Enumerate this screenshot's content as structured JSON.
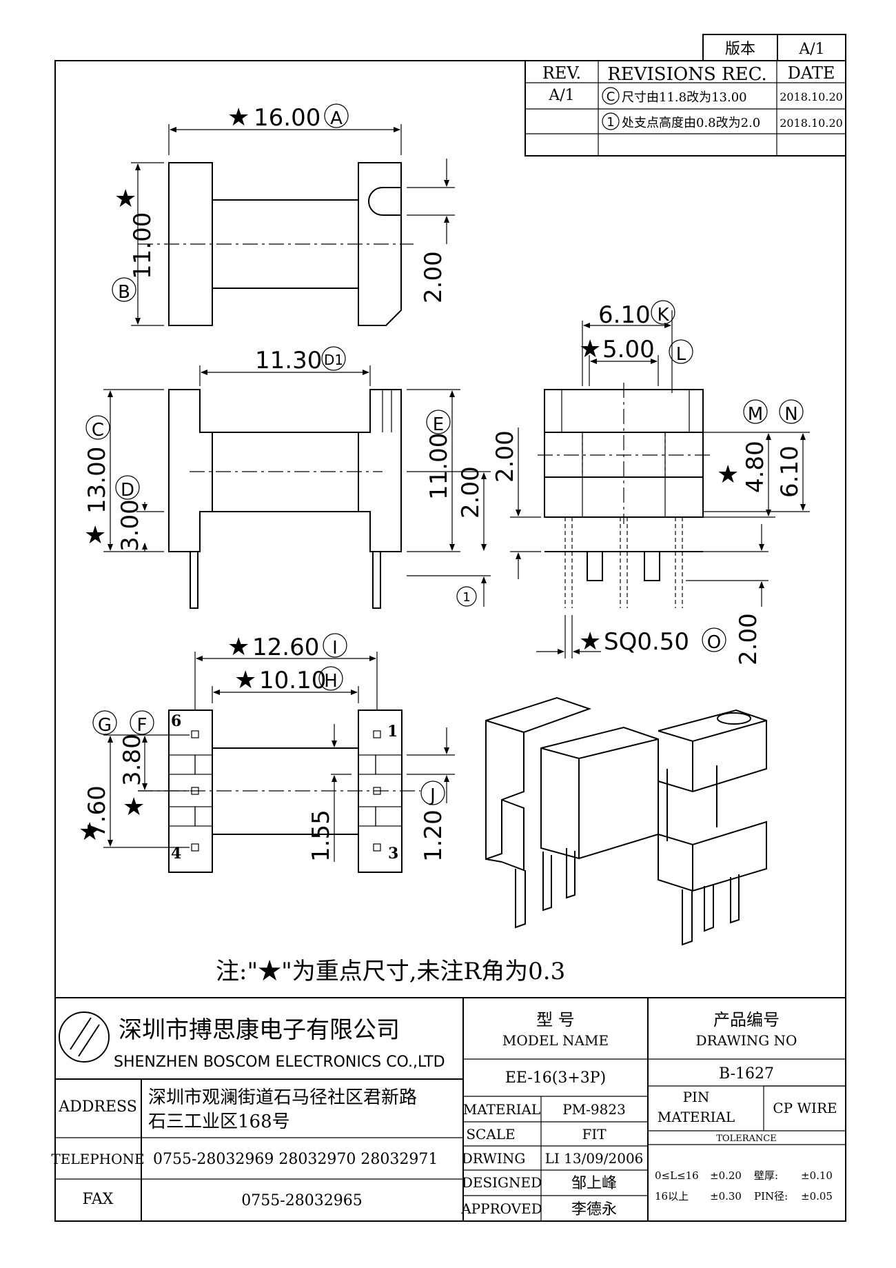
{
  "version_box": {
    "label": "版本",
    "value": "A/1"
  },
  "revision_table": {
    "headers": [
      "REV.",
      "REVISIONS REC.",
      "DATE"
    ],
    "rows": [
      {
        "rev": "A/1",
        "mark": "C",
        "text": "尺寸由11.8改为13.00",
        "date": "2018.10.20"
      },
      {
        "rev": "",
        "mark": "1",
        "text": "处支点高度由0.8改为2.0",
        "date": "2018.10.20"
      }
    ]
  },
  "dims": {
    "a_width": "16.00",
    "a_tag": "A",
    "b_height": "11.00",
    "b_tag": "B",
    "top_notch": "2.00",
    "d1_width": "11.30",
    "d1_tag": "D1",
    "c_height": "13.00",
    "c_tag": "C",
    "d_height": "3.00",
    "d_tag": "D",
    "e_height": "11.00",
    "e_tag": "E",
    "front_pin_base": "2.00",
    "pin_change_tag": "1",
    "k_width": "6.10",
    "k_tag": "K",
    "l_width": "5.00",
    "l_tag": "L",
    "side_left": "2.00",
    "m_height": "4.80",
    "m_tag": "M",
    "n_height": "6.10",
    "n_tag": "N",
    "pin_sq": "SQ0.50",
    "o_tag": "O",
    "side_pin_len": "2.00",
    "i_width": "12.60",
    "i_tag": "I",
    "h_width": "10.10",
    "h_tag": "H",
    "g_tag": "G",
    "f_tag": "F",
    "g_height": "7.60",
    "f_height": "3.80",
    "inner_gap": "1.55",
    "j_pitch": "1.20",
    "j_tag": "J",
    "pin_numbers": [
      "6",
      "1",
      "4",
      "3"
    ]
  },
  "note": "注:\"★\"为重点尺寸,未注R角为0.3",
  "title_block": {
    "company_cn": "深圳市搏思康电子有限公司",
    "company_en": "SHENZHEN BOSCOM ELECTRONICS CO.,LTD",
    "model_label_cn": "型 号",
    "model_label_en": "MODEL NAME",
    "drawing_label_cn": "产品编号",
    "drawing_label_en": "DRAWING NO",
    "model_value": "EE-16(3+3P)",
    "drawing_value": "B-1627",
    "address_label": "ADDRESS",
    "address_line1": "深圳市观澜街道石马径社区君新路",
    "address_line2": "石三工业区168号",
    "telephone_label": "TELEPHONE",
    "telephone_value": "0755-28032969 28032970 28032971",
    "fax_label": "FAX",
    "fax_value": "0755-28032965",
    "material_label": "MATERIAL",
    "material_value": "PM-9823",
    "scale_label": "SCALE",
    "scale_value": "FIT",
    "drwing_label": "DRWING",
    "drwing_value": "LI 13/09/2006",
    "designed_label": "DESIGNED",
    "designed_value": "邹上峰",
    "approved_label": "APPROVED",
    "approved_value": "李德永",
    "pin_material_label_1": "PIN",
    "pin_material_label_2": "MATERIAL",
    "pin_material_value": "CP WIRE",
    "tolerance_label": "TOLERANCE",
    "tol_line1_a": "0≤L≤16",
    "tol_line1_b": "±0.20",
    "tol_line1_c": "壁厚:",
    "tol_line1_d": "±0.10",
    "tol_line2_a": "16以上",
    "tol_line2_b": "±0.30",
    "tol_line2_c": "PIN径:",
    "tol_line2_d": "±0.05"
  }
}
